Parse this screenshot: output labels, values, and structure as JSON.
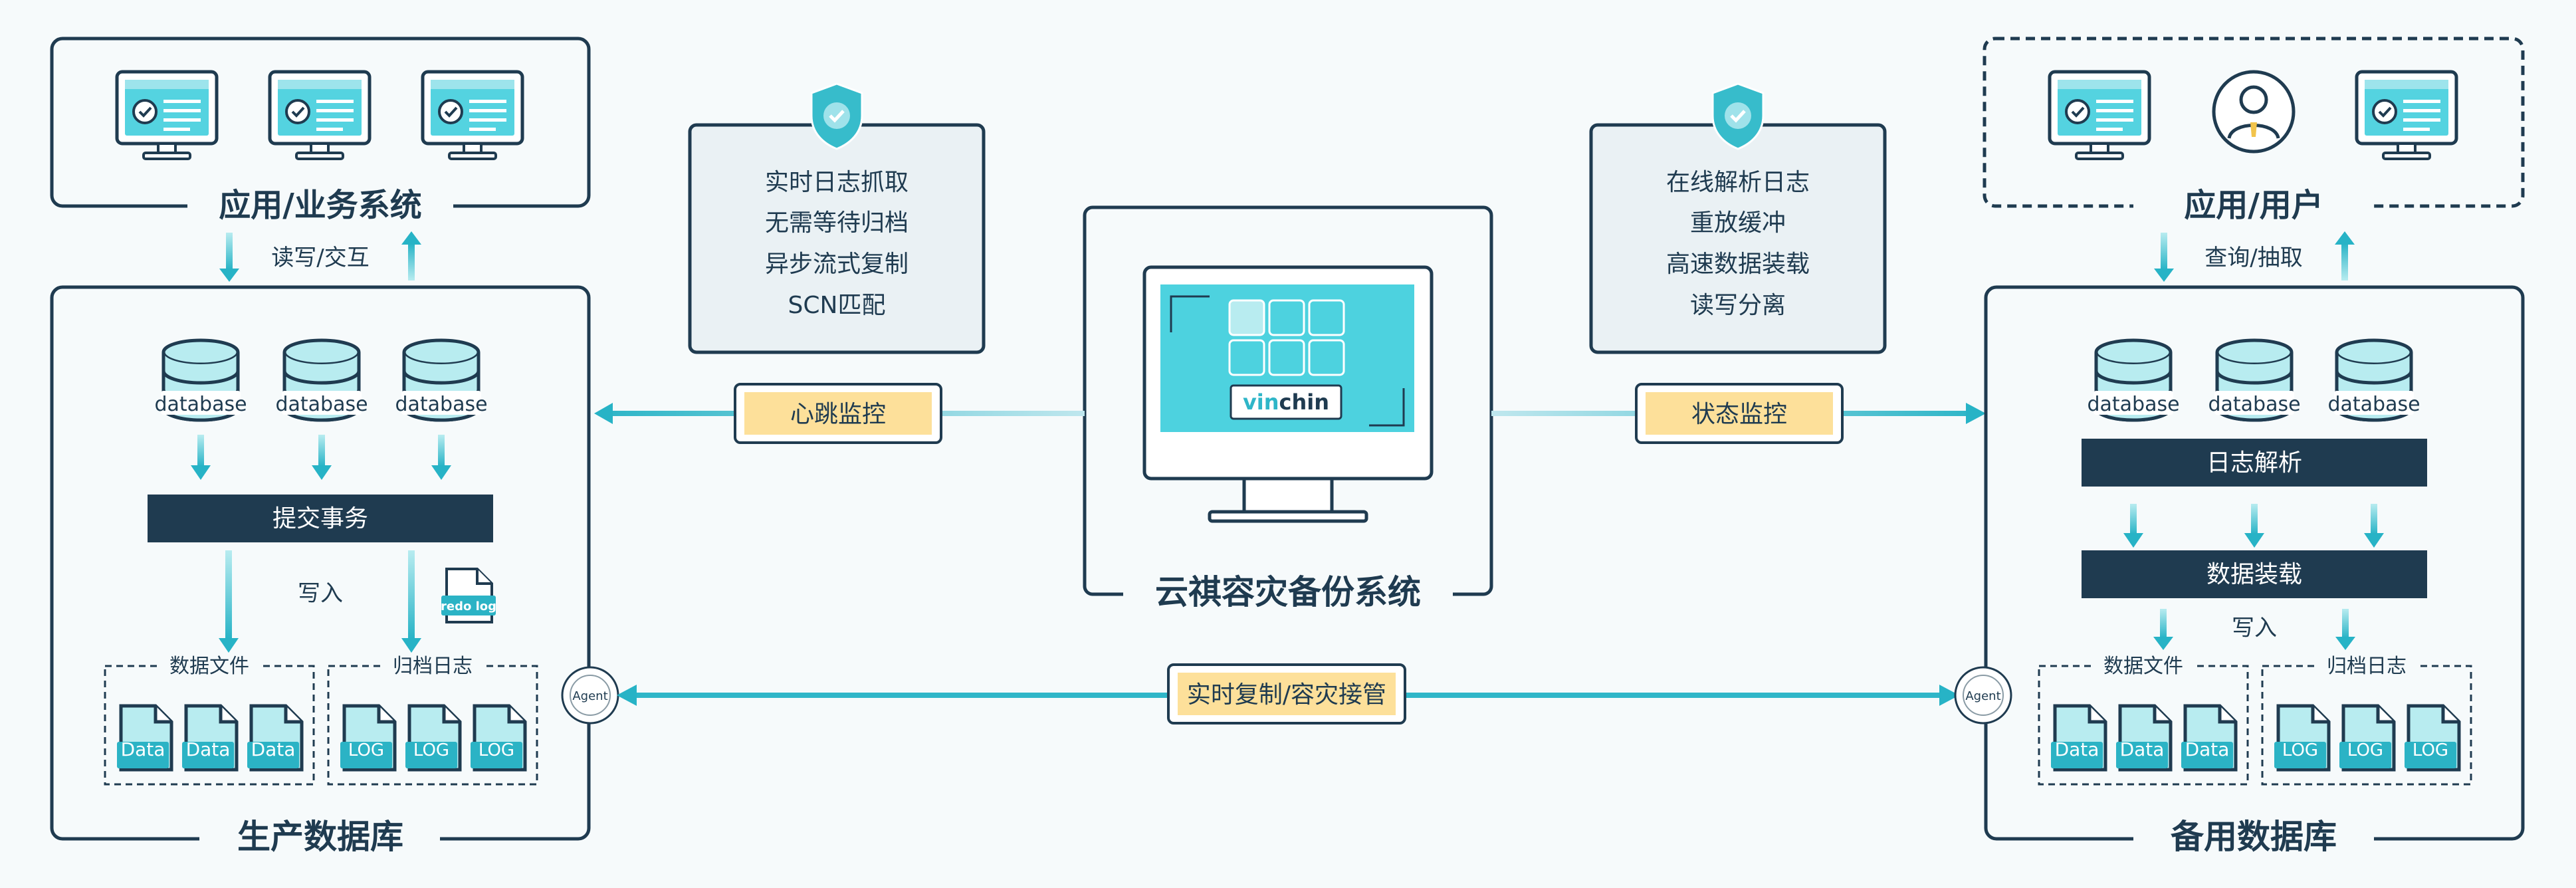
{
  "left": {
    "app_title": "应用/业务系统",
    "rw_label": "读写/交互",
    "db_label": "database",
    "commit_label": "提交事务",
    "write_label": "写入",
    "redo_label": "redo log",
    "data_files_label": "数据文件",
    "archive_label": "归档日志",
    "data_tag": "Data",
    "log_tag": "LOG",
    "db_title": "生产数据库",
    "agent": "Agent"
  },
  "features_left": [
    "实时日志抓取",
    "无需等待归档",
    "异步流式复制",
    "SCN匹配"
  ],
  "features_right": [
    "在线解析日志",
    "重放缓冲",
    "高速数据装载",
    "读写分离"
  ],
  "center": {
    "title": "云祺容灾备份系统",
    "brand_vin": "vin",
    "brand_chin": "chin",
    "heartbeat_label": "心跳监控",
    "status_label": "状态监控",
    "replication_label": "实时复制/容灾接管"
  },
  "right": {
    "app_title": "应用/用户",
    "query_label": "查询/抽取",
    "db_label": "database",
    "parse_label": "日志解析",
    "load_label": "数据装载",
    "write_label": "写入",
    "data_files_label": "数据文件",
    "archive_label": "归档日志",
    "data_tag": "Data",
    "log_tag": "LOG",
    "db_title": "备用数据库",
    "agent": "Agent"
  },
  "colors": {
    "navy": "#1f3b50",
    "teal": "#2fb6c8",
    "teal_light": "#b8ecf0",
    "label_yellow": "#fde09a",
    "panel_bg": "#eaf1f4",
    "screen": "#54d3e0"
  }
}
